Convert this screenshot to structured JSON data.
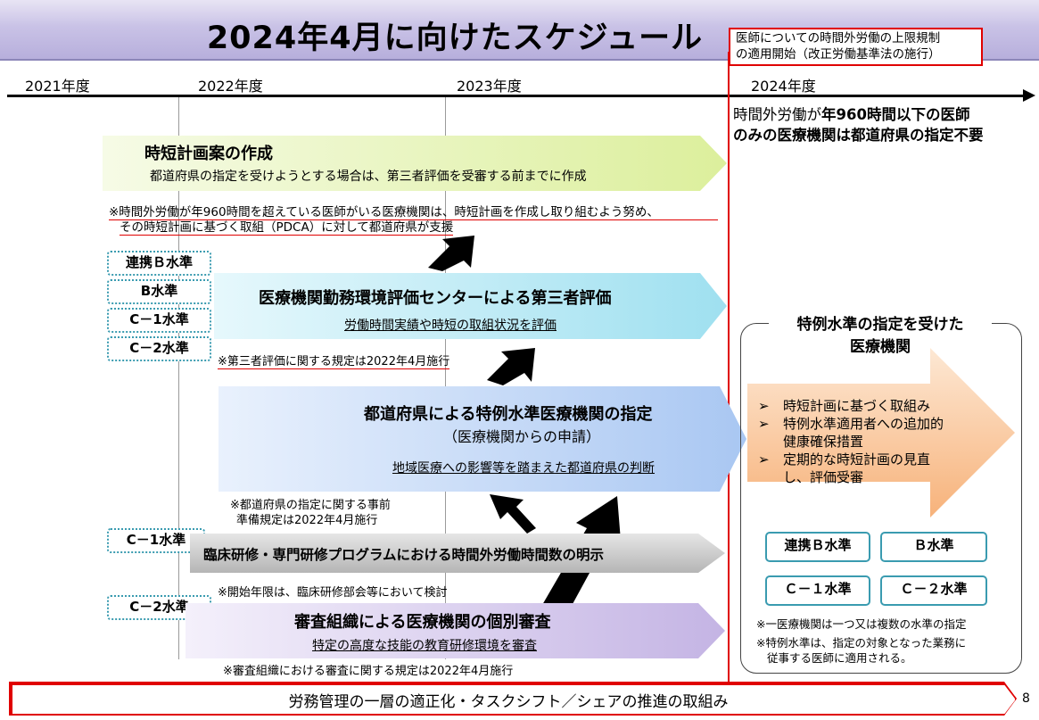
{
  "title": "2024年4月に向けたスケジュール",
  "note_box": [
    "医師についての時間外労働の上限規制",
    "の適用開始（改正労働基準法の施行）"
  ],
  "years": [
    "2021年度",
    "2022年度",
    "2023年度",
    "2024年度"
  ],
  "top_right_note": [
    "時間外労働が",
    "年960時間以下の医師",
    "のみの医療機関は都道府県の指定不要"
  ],
  "step1": {
    "title": "時短計画案の作成",
    "desc": "都道府県の指定を受けようとする場合は、第三者評価を受審する前までに作成",
    "note1": "※時間外労働が年960時間を超えている医師がいる医療機関は、時短計画を作成し取り組むよう努め、",
    "note2": "その時短計画に基づく取組（PDCA）に対して都道府県が支援"
  },
  "levels_left": [
    "連携Ｂ水準",
    "B水準",
    "C－1水準",
    "C－2水準"
  ],
  "step2": {
    "title": "医療機関勤務環境評価センターによる第三者評価",
    "desc": "労働時間実績や時短の取組状況を評価",
    "note": "※第三者評価に関する規定は2022年4月施行"
  },
  "step3": {
    "title": "都道府県による特例水準医療機関の指定",
    "sub": "（医療機関からの申請）",
    "desc": "地域医療への影響等を踏まえた都道府県の判断",
    "note1": "※都道府県の指定に関する事前",
    "note2": "準備規定は2022年4月施行"
  },
  "step4": {
    "level": "C－1水準",
    "title": "臨床研修・専門研修プログラムにおける時間外労働時間数の明示",
    "note": "※開始年限は、臨床研修部会等において検討"
  },
  "step5": {
    "level": "C－2水準",
    "title": "審査組織による医療機関の個別審査",
    "desc": "特定の高度な技能の教育研修環境を審査",
    "note": "※審査組織における審査に関する規定は2022年4月施行"
  },
  "right_panel": {
    "title1": "特例水準の指定を受けた",
    "title2": "医療機関",
    "bullets": [
      "時短計画に基づく取組み",
      "特例水準適用者への追加的",
      "健康確保措置",
      "定期的な時短計画の見直",
      "し、評価受審"
    ],
    "levels": [
      "連携Ｂ水準",
      "Ｂ水準",
      "Ｃ－１水準",
      "Ｃ－２水準"
    ],
    "note1": "※一医療機関は一つ又は複数の水準の指定",
    "note2": "※特例水準は、指定の対象となった業務に",
    "note3": "従事する医師に適用される。"
  },
  "bottom_banner": "労務管理の一層の適正化・タスクシフト／シェアの推進の取組み",
  "page_number": "8"
}
